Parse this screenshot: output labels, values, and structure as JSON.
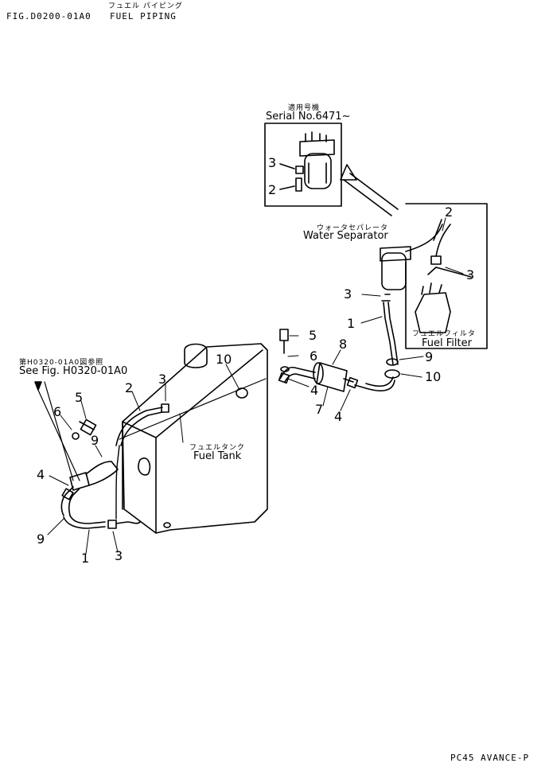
{
  "header": {
    "figure_id": "FIG.D0200-01A0",
    "title": "FUEL PIPING",
    "title_jp": "フュエル パイピング"
  },
  "inset": {
    "applicability_jp": "適用号機",
    "serial": "Serial No.6471~",
    "callouts": [
      "3",
      "2"
    ]
  },
  "labels": {
    "water_separator_jp": "ウォータセパレータ",
    "water_separator": "Water Separator",
    "fuel_filter_jp": "フュエルフィルタ",
    "fuel_filter": "Fuel Filter",
    "fuel_tank_jp": "フュエルタンク",
    "fuel_tank": "Fuel Tank",
    "see_fig_jp": "第H0320-01A0図参照",
    "see_fig": "See Fig. H0320-01A0",
    "footer": "PC45 AVANCE-P"
  },
  "callouts": {
    "filter_2": "2",
    "filter_3": "3",
    "sep_3": "3",
    "sep_1": "1",
    "sep_9": "9",
    "sep_10": "10",
    "mid_5": "5",
    "mid_6": "6",
    "mid_8": "8",
    "mid_4a": "4",
    "mid_7": "7",
    "mid_4b": "4",
    "tank_10": "10",
    "tank_3": "3",
    "tank_2": "2",
    "left_5": "5",
    "left_6": "6",
    "left_9": "9",
    "left_4": "4",
    "bot_9": "9",
    "bot_1": "1",
    "bot_3": "3"
  }
}
